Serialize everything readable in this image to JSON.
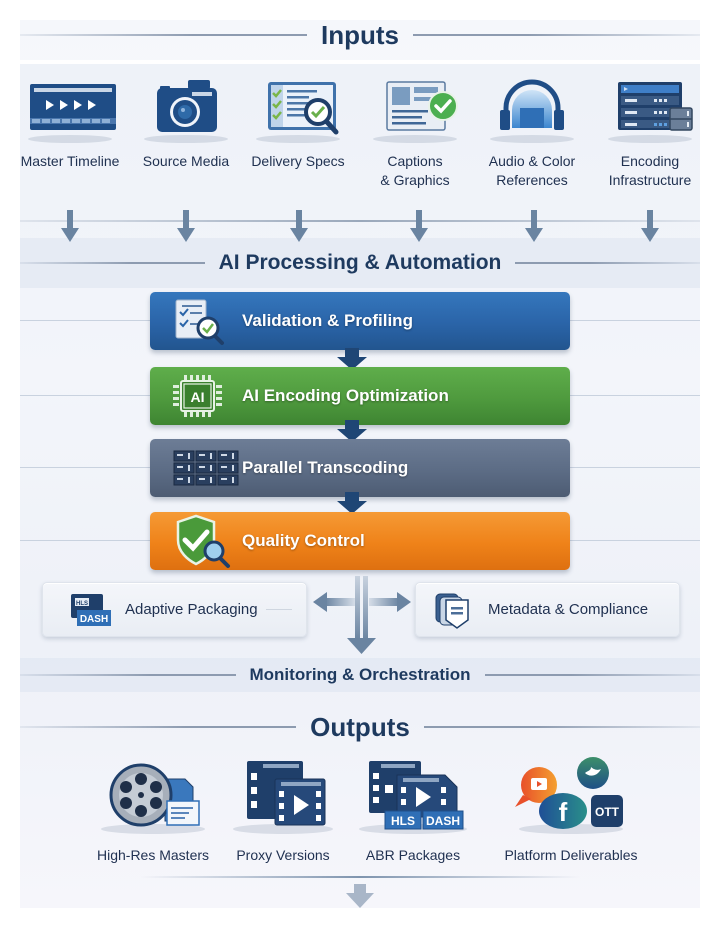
{
  "sections": {
    "inputs": "Inputs",
    "processing": "AI Processing & Automation",
    "monitoring": "Monitoring & Orchestration",
    "outputs": "Outputs"
  },
  "inputs": [
    {
      "label": "Master Timeline",
      "icon": "timeline-icon"
    },
    {
      "label": "Source Media",
      "icon": "camera-icon"
    },
    {
      "label": "Delivery Specs",
      "icon": "checklist-magnifier-icon"
    },
    {
      "label": "Captions\n& Graphics",
      "icon": "document-check-icon"
    },
    {
      "label": "Audio & Color\nReferences",
      "icon": "headphones-icon"
    },
    {
      "label": "Encoding\nInfrastructure",
      "icon": "server-rack-icon"
    }
  ],
  "stages": [
    {
      "label": "Validation & Profiling",
      "icon": "checklist-magnifier-icon",
      "color": "#2a64a8"
    },
    {
      "label": "AI Encoding Optimization",
      "icon": "ai-chip-icon",
      "color": "#4f9a3e"
    },
    {
      "label": "Parallel Transcoding",
      "icon": "server-grid-icon",
      "color": "#5c6c85"
    },
    {
      "label": "Quality Control",
      "icon": "shield-check-icon",
      "color": "#ef8219"
    }
  ],
  "packaging": {
    "left": {
      "label": "Adaptive Packaging",
      "icon_badge": "DASH",
      "icon_badge_top": "HLS"
    },
    "right": {
      "label": "Metadata & Compliance"
    }
  },
  "outputs": [
    {
      "label": "High-Res Masters",
      "icon": "film-reel-icon"
    },
    {
      "label": "Proxy Versions",
      "icon": "video-files-icon"
    },
    {
      "label": "ABR Packages",
      "icon": "abr-package-icon",
      "badges": [
        "HLS",
        "DASH"
      ]
    },
    {
      "label": "Platform Deliverables",
      "icon": "social-platforms-icon",
      "badge": "OTT"
    }
  ],
  "colors": {
    "navy": "#1e3a5f",
    "arrow": "#6a84a1",
    "blue": "#2a64a8",
    "green": "#4f9a3e",
    "slate": "#5c6c85",
    "orange": "#ef8219",
    "check_green": "#4caf50"
  }
}
